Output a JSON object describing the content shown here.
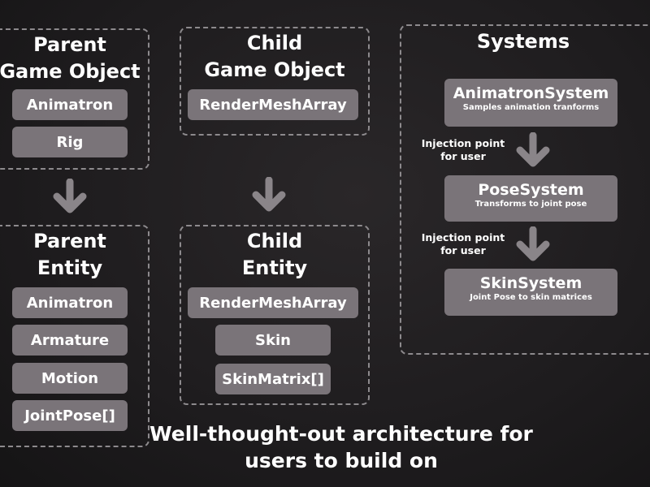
{
  "parent_game_object": {
    "title_line1": "Parent",
    "title_line2": "Game Object",
    "components": [
      "Animatron",
      "Rig"
    ]
  },
  "child_game_object": {
    "title_line1": "Child",
    "title_line2": "Game Object",
    "components": [
      "RenderMeshArray"
    ]
  },
  "parent_entity": {
    "title_line1": "Parent",
    "title_line2": "Entity",
    "components": [
      "Animatron",
      "Armature",
      "Motion",
      "JointPose[]"
    ]
  },
  "child_entity": {
    "title_line1": "Child",
    "title_line2": "Entity",
    "components": [
      "RenderMeshArray",
      "Skin",
      "SkinMatrix[]"
    ]
  },
  "systems": {
    "title": "Systems",
    "items": [
      {
        "name": "AnimatronSystem",
        "description": "Samples animation tranforms"
      },
      {
        "name": "PoseSystem",
        "description": "Transforms to joint pose"
      },
      {
        "name": "SkinSystem",
        "description": "Joint Pose to skin matrices"
      }
    ],
    "injection_points": [
      {
        "line1": "Injection point",
        "line2": "for user"
      },
      {
        "line1": "Injection point",
        "line2": "for user"
      }
    ]
  },
  "caption": {
    "line1": "Well-thought-out architecture for",
    "line2": "users to build on"
  },
  "colors": {
    "background": "#1e1c1e",
    "component_fill": "#7a7479",
    "dashed_border": "#8d8a8d",
    "arrow": "#8a8589",
    "text": "#ffffff"
  }
}
